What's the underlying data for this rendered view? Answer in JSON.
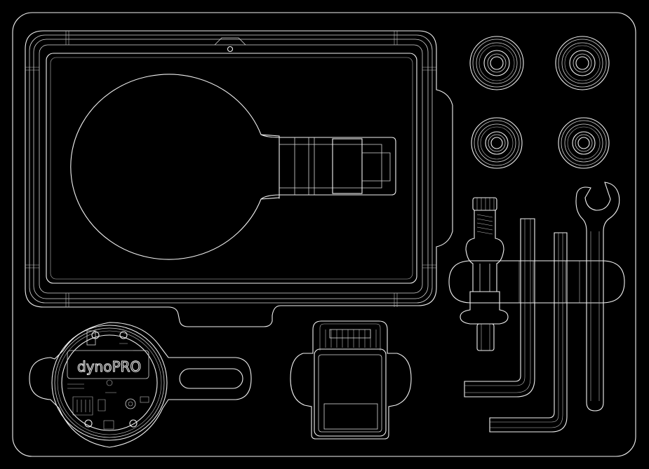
{
  "drawing": {
    "background": "#000000",
    "line_color": "#f2f2f2",
    "pcb_logo_text": "dynoPRO",
    "components": [
      {
        "name": "tray-outline",
        "icon": "rounded-rectangle"
      },
      {
        "name": "tablet-cutout",
        "icon": "tablet"
      },
      {
        "name": "bearing",
        "icon": "ring"
      },
      {
        "name": "bolt",
        "icon": "bolt"
      },
      {
        "name": "hex-key",
        "icon": "allen-key"
      },
      {
        "name": "wrench",
        "icon": "open-end-wrench"
      },
      {
        "name": "sensor-pcb",
        "icon": "circuit-board"
      },
      {
        "name": "usb-adapter",
        "icon": "connector"
      }
    ]
  }
}
